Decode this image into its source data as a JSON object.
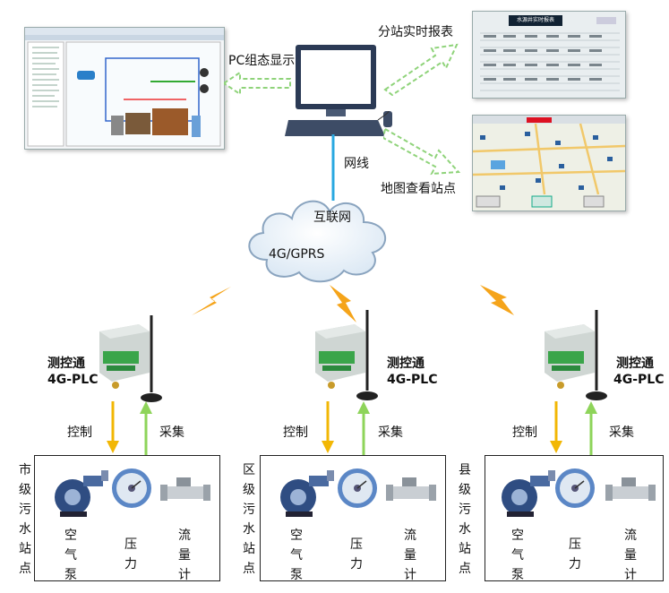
{
  "center": {
    "pc_display_label": "PC组态显示",
    "substation_report_label": "分站实时报表",
    "map_view_label": "地图查看站点",
    "network_cable_label": "网线",
    "internet_label": "互联网",
    "gprs_label": "4G/GPRS"
  },
  "report_window": {
    "title": "水源井实时报表"
  },
  "sites": [
    {
      "device_line1": "测控通",
      "device_line2": "4G-PLC",
      "control_label": "控制",
      "collect_label": "采集",
      "site_name": "市级污水站点",
      "equipment": {
        "pump": "空气泵",
        "pressure": "压力",
        "flow": "流量计"
      }
    },
    {
      "device_line1": "测控通",
      "device_line2": "4G-PLC",
      "control_label": "控制",
      "collect_label": "采集",
      "site_name": "区级污水站点",
      "equipment": {
        "pump": "空气泵",
        "pressure": "压力",
        "flow": "流量计"
      }
    },
    {
      "device_line1": "测控通",
      "device_line2": "4G-PLC",
      "control_label": "控制",
      "collect_label": "采集",
      "site_name": "县级污水站点",
      "equipment": {
        "pump": "空气泵",
        "pressure": "压力",
        "flow": "流量计"
      }
    }
  ],
  "colors": {
    "control_arrow": "#f2b705",
    "collect_arrow": "#8ed45a",
    "cable": "#29a8e0",
    "lightning": "#f5a41a",
    "dashed_arrow": "#8fd37a"
  }
}
